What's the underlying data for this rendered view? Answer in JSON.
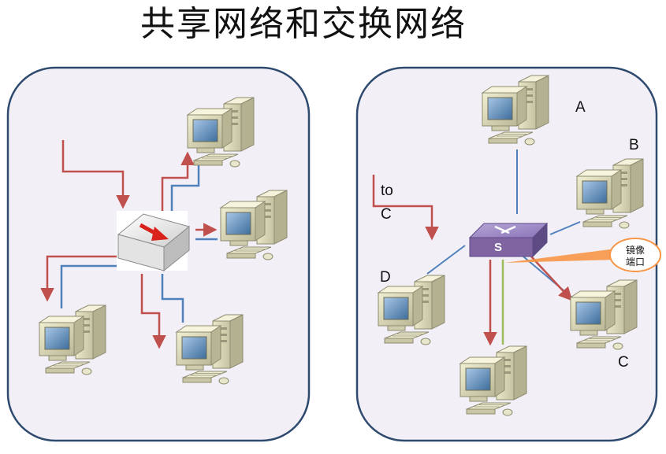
{
  "title": "共享网络和交换网络",
  "labels": {
    "a": "A",
    "b": "B",
    "c": "C",
    "d": "D",
    "to_line1": "to",
    "to_line2": "C",
    "mirror_line1": "镜像",
    "mirror_line2": "端口"
  },
  "switch_glyph": "S",
  "colors": {
    "panel_fill": "#f3eff7",
    "panel_stroke": "#2e4a6e",
    "red_arrow": "#c0504d",
    "blue_line": "#4f81bd",
    "green_line": "#9bbb59",
    "callout_stroke": "#f79646",
    "switch_purple": "#8064a2"
  },
  "icons": [
    "computer-icon",
    "hub-icon",
    "switch-icon"
  ]
}
